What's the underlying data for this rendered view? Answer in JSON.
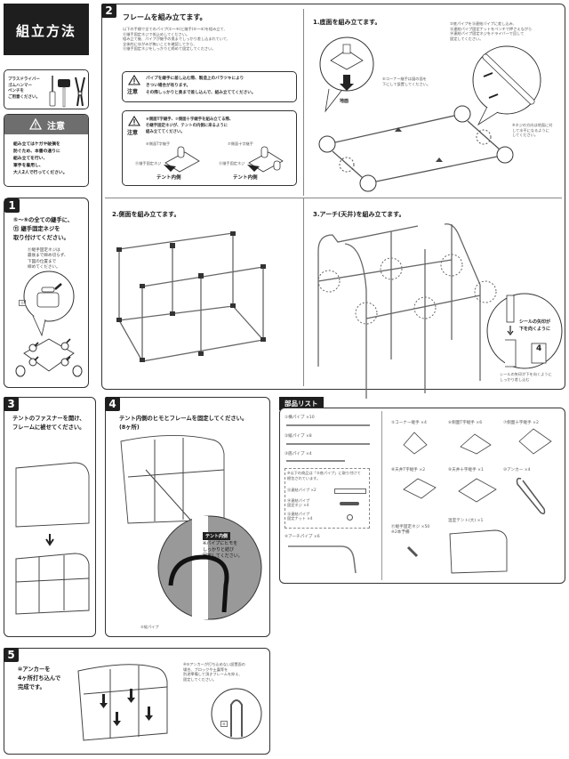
{
  "header": {
    "title": "組立方法"
  },
  "tools": {
    "text": "プラスドライバー\nゴムハンマー\nペンチを\nご用意ください。"
  },
  "caution": {
    "title": "注意",
    "text": "組み立てはケガや破損を\n防ぐため、本書の通りに\n組み立てを行い、\n軍手を着用し、\n大人2人で行ってください。"
  },
  "step1": {
    "number": "1",
    "title": "⑤〜⑨の全ての継手に、\n⑪ 継手固定ネジを\n取り付けてください。",
    "note": "⑪継手固定ネジは\n最後まで締め切らず、\n下図の位置まで\n締めてください。",
    "label": "⑪"
  },
  "step2": {
    "number": "2",
    "title": "フレームを組み立てます。",
    "desc": "以下の手順で全てのパイプ(①〜④)と継手(⑤〜⑨)を組み立て、\n⑪継手固定ネジで仮止めしてください。\n組み立て後、パイプが継手の奥までしっかり差し込まれていて、\n全体的にゆがみが無いことを確認してから、\n⑪継手固定ネジをしっかりと締めて固定してください。",
    "warning1": {
      "label": "注意",
      "text": "パイプを継手に差し込む際、製造上のバラツキにより\nきつい場合が有ります。\nその際しっかりと奥まで差し込んで、組み立ててください。"
    },
    "warning2": {
      "label": "注意",
      "text": "⑥側面T字継手、⑦側面十字継手を組み立てる際、\n⑪継手固定ネジが、テントの内側に来るように\n組み立ててください。",
      "left_part": "⑥側面T字継手",
      "right_part": "⑦側面十字継手",
      "screw_label": "⑪継手固定ネジ",
      "inside_label": "テント内側"
    },
    "sub1": {
      "title": "1.底面を組み立てます。",
      "corner_note": "⑤コーナー継手は図の面を\n下にして設置してください。",
      "ground": "地面",
      "pipe_note": "③底パイプを⑬連結パイプに差し込み、\n⑮連結パイプ固定ナットをペンチで押さえながら\n⑭連結パイプ固定ネジをドライバーで回して\n固定してください。",
      "screw_note": "※ネジの方向は地面に対\nして水平になるように\nしてください。",
      "labels": [
        "①",
        "⑥",
        "①",
        "⑤",
        "③",
        "⑤",
        "③",
        "③",
        "⑥",
        "①",
        "⑥",
        "①",
        "⑤",
        "③",
        "⑬",
        "⑮",
        "⑭",
        "⑤"
      ]
    },
    "sub2": {
      "title": "2.側面を組み立てます。",
      "labels": [
        "⑤",
        "①",
        "⑦",
        "①",
        "⑤",
        "②",
        "②",
        "②",
        "⑥",
        "①",
        "⑦",
        "①",
        "⑥",
        "②",
        "②",
        "②"
      ]
    },
    "sub3": {
      "title": "3.アーチ(天井)を組み立てます。",
      "labels": [
        "④",
        "⑧",
        "①",
        "④",
        "⑨",
        "①",
        "④",
        "⑧",
        "④",
        "④",
        "④",
        "④"
      ],
      "seal_note": "シールの矢印が\n下を向くように",
      "seal_number": "4",
      "caption": "シールの矢印が下を向くように\nしっかり差し込む"
    }
  },
  "step3": {
    "number": "3",
    "title": "テントのファスナーを開け、\nフレームに被せてください。"
  },
  "step4": {
    "number": "4",
    "title": "テント内側のヒモとフレームを固定してください。\n(8ヶ所)",
    "badge": "テント内側",
    "note": "※パイプにヒモを\nしっかりと結び\n固定してください。",
    "pipe_label": "②縦パイプ"
  },
  "step5": {
    "number": "5",
    "title": "⑩アンカーを\n4ヶ所打ち込んで\n完成です。",
    "note": "※⑩アンカーが打ち込めない設置面の\n場合、ブロックや土嚢等を\n別途準備して頂きフレームを抑え、\n固定してください。",
    "label": "⑩"
  },
  "parts": {
    "title": "部品リスト",
    "pipes": [
      {
        "name": "①横パイプ ×10"
      },
      {
        "name": "②縦パイプ ×8"
      },
      {
        "name": "③底パイプ ×4"
      }
    ],
    "attached_note": "※以下の商品は「③底パイプ」に取り付けて\n梱包されています。",
    "attached": [
      {
        "name": "⑬連結パイプ ×2"
      },
      {
        "name": "⑭連結パイプ\n固定ネジ ×4"
      },
      {
        "name": "⑮連結パイプ\n固定ナット ×4"
      }
    ],
    "arch": "④アーチパイプ ×6",
    "joints": [
      {
        "name": "⑤コーナー継手 ×4"
      },
      {
        "name": "⑥側面T字継手 ×6"
      },
      {
        "name": "⑦側面十字継手 ×2"
      },
      {
        "name": "⑧天井T字継手 ×2"
      },
      {
        "name": "⑨天井十字継手 ×1"
      },
      {
        "name": "⑩アンカー ×4"
      }
    ],
    "screw": "⑪継手固定ネジ ×50\n※2本予備",
    "tent": "温室テント(大) ×1"
  }
}
